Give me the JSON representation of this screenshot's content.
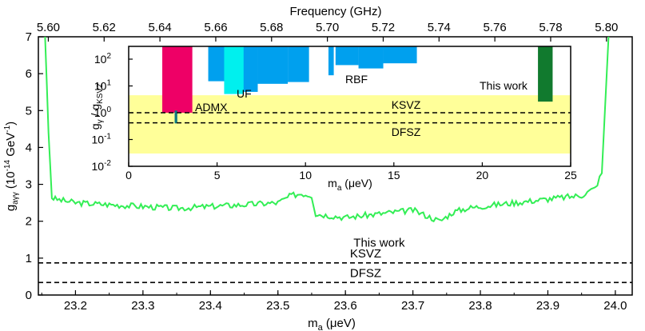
{
  "chart_data": [
    {
      "panel": "main",
      "type": "line",
      "xlabel_main": "m",
      "xlabel_sub": "a",
      "xlabel_unit": " (μeV)",
      "xlim": [
        23.145,
        24.025
      ],
      "xticks": [
        "23.2",
        "23.3",
        "23.4",
        "23.5",
        "23.6",
        "23.7",
        "23.8",
        "23.9",
        "24.0"
      ],
      "ylabel": "g_aγγ (10^-14 GeV^-1)",
      "ylim": [
        0,
        7
      ],
      "yticks": [
        "0",
        "1",
        "2",
        "3",
        "4",
        "5",
        "6",
        "7"
      ],
      "top_axis": {
        "label": "Frequency (GHz)",
        "ticks": [
          "5.60",
          "5.62",
          "5.64",
          "5.66",
          "5.68",
          "5.70",
          "5.72",
          "5.74",
          "5.76",
          "5.78",
          "5.80"
        ]
      },
      "series": [
        {
          "name": "This work",
          "color": "#33ee55",
          "x": [
            23.155,
            23.16,
            23.165,
            23.17,
            23.2,
            23.25,
            23.3,
            23.35,
            23.4,
            23.45,
            23.5,
            23.52,
            23.535,
            23.55,
            23.556,
            23.6,
            23.65,
            23.7,
            23.74,
            23.76,
            23.78,
            23.8,
            23.85,
            23.9,
            23.95,
            23.97,
            23.98,
            23.99
          ],
          "y": [
            7.0,
            4.4,
            2.65,
            2.6,
            2.5,
            2.45,
            2.4,
            2.35,
            2.4,
            2.45,
            2.5,
            2.7,
            2.75,
            2.7,
            2.2,
            2.1,
            2.2,
            2.3,
            2.0,
            2.25,
            2.35,
            2.4,
            2.5,
            2.6,
            2.7,
            2.9,
            3.3,
            7.0
          ]
        }
      ],
      "reference_lines": [
        {
          "name": "KSVZ",
          "value": 0.87
        },
        {
          "name": "DFSZ",
          "value": 0.34
        }
      ],
      "annotations": [
        "This work",
        "KSVZ",
        "DFSZ"
      ]
    },
    {
      "panel": "inset",
      "type": "bar",
      "ylabel": "g_γ / g_KSVZ",
      "yscale": "log",
      "ylim": [
        0.01,
        300
      ],
      "yticks": [
        "10^-2",
        "10^-1",
        "10^0",
        "10^1",
        "10^2"
      ],
      "xlabel_main": "m",
      "xlabel_sub": "a",
      "xlabel_unit": " (μeV)",
      "xlim": [
        0,
        25
      ],
      "xticks": [
        "0",
        "5",
        "10",
        "15",
        "20",
        "25"
      ],
      "band": {
        "from": 0.03,
        "to": 4.5,
        "color": "#ffff99"
      },
      "reference_lines": [
        {
          "name": "KSVZ",
          "value": 1.0
        },
        {
          "name": "DFSZ",
          "value": 0.42
        }
      ],
      "experiments": [
        {
          "name": "ADMX",
          "color": "#ee0066",
          "regions": [
            {
              "x0": 1.9,
              "x1": 3.6,
              "low": 1.0,
              "high": 300
            }
          ]
        },
        {
          "name": "ADMX",
          "color": "#0e7a80",
          "regions": [
            {
              "x0": 2.6,
              "x1": 2.75,
              "low": 0.4,
              "high": 1.2
            }
          ]
        },
        {
          "name": "RBF",
          "color": "#00a0ee",
          "regions": [
            {
              "x0": 4.5,
              "x1": 5.5,
              "low": 15,
              "high": 300
            },
            {
              "x0": 5.5,
              "x1": 7.3,
              "low": 6,
              "high": 300
            },
            {
              "x0": 7.3,
              "x1": 9.0,
              "low": 12,
              "high": 300
            },
            {
              "x0": 9.0,
              "x1": 10.2,
              "low": 14,
              "high": 300
            },
            {
              "x0": 11.3,
              "x1": 11.6,
              "low": 25,
              "high": 300
            },
            {
              "x0": 11.7,
              "x1": 13.0,
              "low": 60,
              "high": 300
            },
            {
              "x0": 13.0,
              "x1": 14.4,
              "low": 45,
              "high": 300
            },
            {
              "x0": 14.4,
              "x1": 16.3,
              "low": 70,
              "high": 300
            }
          ]
        },
        {
          "name": "UF",
          "color": "#00f0ee",
          "regions": [
            {
              "x0": 5.4,
              "x1": 6.5,
              "low": 5,
              "high": 300
            }
          ]
        },
        {
          "name": "This work",
          "color": "#117a2e",
          "regions": [
            {
              "x0": 23.15,
              "x1": 23.98,
              "low": 2.6,
              "high": 300
            }
          ]
        }
      ],
      "labels": {
        "admx": "ADMX",
        "uf": "UF",
        "rbf": "RBF",
        "this_work": "This work",
        "ksvz": "KSVZ",
        "dfsz": "DFSZ"
      }
    }
  ]
}
